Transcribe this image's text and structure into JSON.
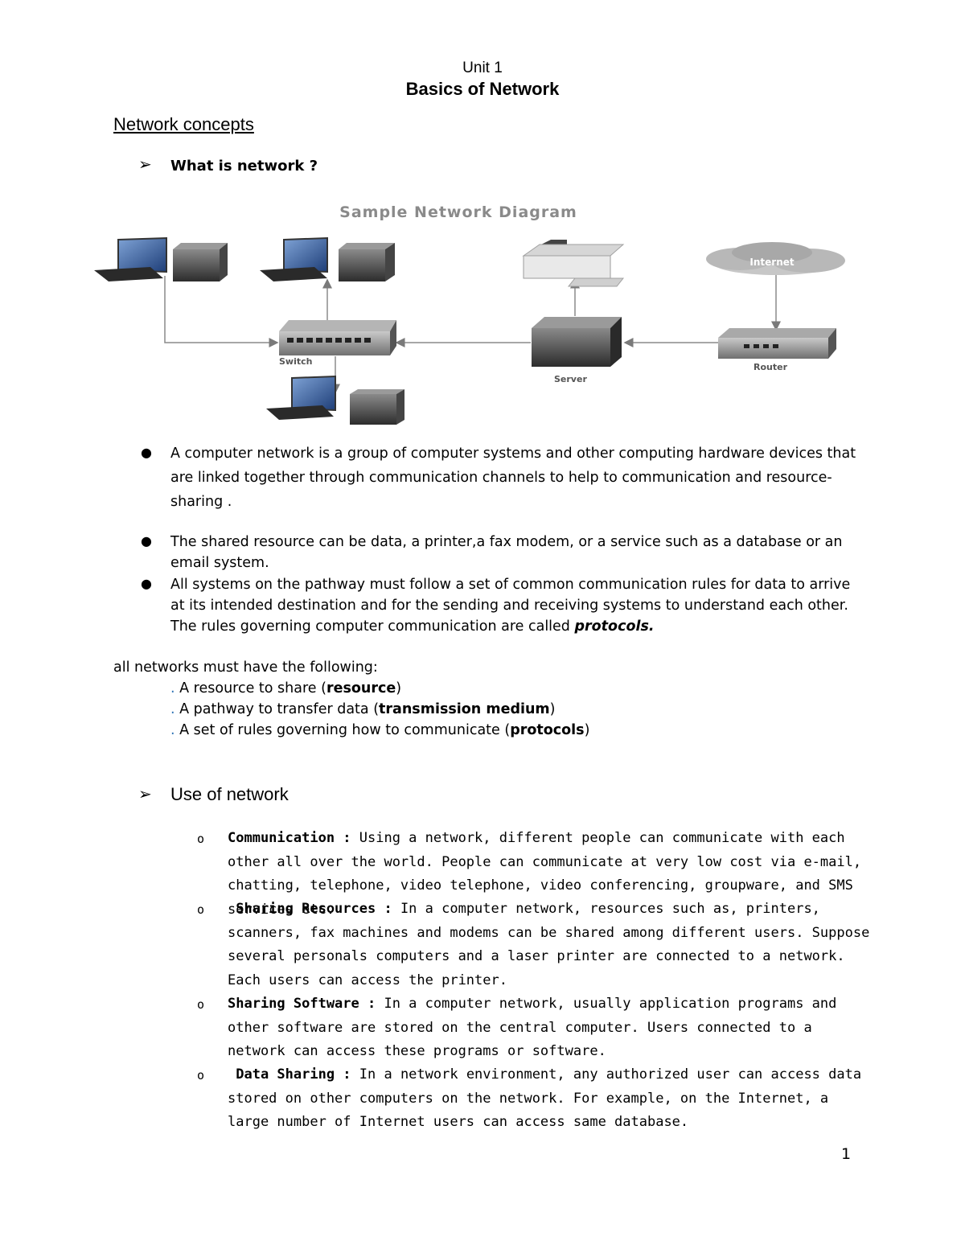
{
  "header": {
    "unit": "Unit 1",
    "title": "Basics of Network"
  },
  "section_heading": "Network concepts",
  "question": "What is network ?",
  "diagram": {
    "title": "Sample Network Diagram",
    "cloud_label": "Internet",
    "switch_label": "Switch",
    "server_label": "Server",
    "router_label": "Router"
  },
  "bullets": [
    "A computer network is a group of computer systems and other computing hardware devices that are linked together through communication channels to help to communication and resource-sharing .",
    "The shared resource can be data, a printer,a fax modem, or a service such as a database or an email system.",
    "All systems on the pathway must follow a set of common communication rules for data to arrive at its intended destination and for the sending and receiving systems to understand each other. The rules governing computer communication are called",
    "protocols."
  ],
  "requirements": {
    "intro": "all networks must have the following:",
    "dot": ".",
    "items": [
      {
        "before": " A resource to share (",
        "bold": "resource",
        "after": ")"
      },
      {
        "before": " A pathway to transfer data (",
        "bold": "transmission medium",
        "after": ")"
      },
      {
        "before": " A set of rules governing how to communicate (",
        "bold": "protocols",
        "after": ")"
      }
    ]
  },
  "use_heading": "Use of network",
  "uses": [
    {
      "term": "Communication :",
      "text": " Using a network, different people can communicate with each other all over the world. People can communicate at very low cost via e-mail, chatting, telephone, video telephone, video conferencing, groupware, and SMS services etc."
    },
    {
      "term": " Sharing Resources :",
      "text": " In a computer network, resources such as, printers, scanners, fax machines and modems can be shared among different users. Suppose several personals computers and a laser printer are connected to a network. Each users can access the printer."
    },
    {
      "term": "Sharing Software :",
      "text": " In a computer network, usually application programs and other software are stored on the central computer. Users connected to a network can access these programs or software."
    },
    {
      "term": " Data Sharing :",
      "text": " In a network environment, any authorized user can access data stored on other computers on the network. For example, on the Internet, a large number of Internet users can access same database."
    }
  ],
  "page_number": "1"
}
